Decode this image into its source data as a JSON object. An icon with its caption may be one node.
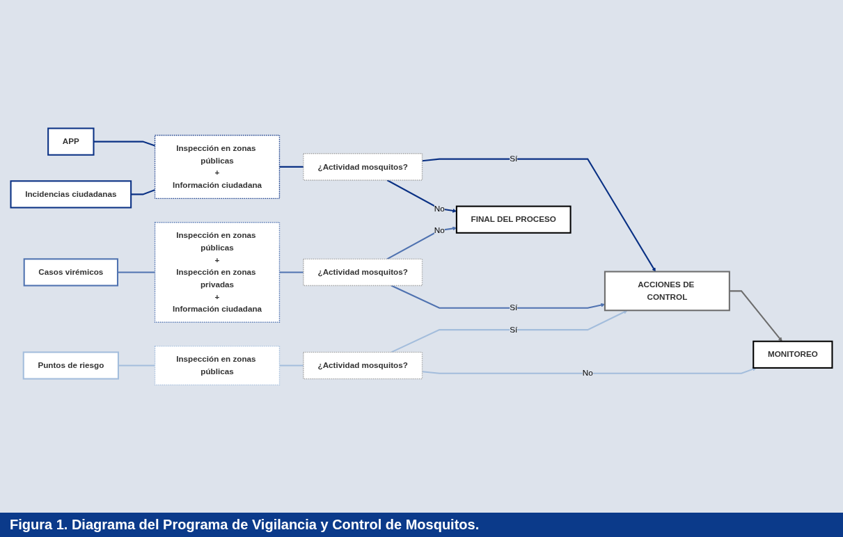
{
  "diagram": {
    "caption": "Figura 1. Diagrama del Programa de Vigilancia y Control de Mosquitos.",
    "nodes": [
      {
        "text": [
          "Puntos de riesgo"
        ]
      },
      {
        "text": [
          "Inspección en zonas públicas"
        ]
      },
      {
        "text": [
          "¿Actividad mosquitos?"
        ]
      },
      {
        "text": [
          "MONITOREO"
        ]
      },
      {
        "text": [
          "ACCIONES DE CONTROL"
        ]
      },
      {
        "text": [
          "Casos virémicos"
        ]
      },
      {
        "text": [
          "Inspección en zonas públicas",
          "+",
          "Inspección en zonas privadas",
          "+",
          "Información ciudadana"
        ]
      },
      {
        "text": [
          "¿Actividad mosquitos?"
        ]
      },
      {
        "text": [
          "FINAL DEL PROCESO"
        ]
      },
      {
        "text": [
          "Incidencias ciudadanas"
        ]
      },
      {
        "text": [
          "APP"
        ]
      },
      {
        "text": [
          "Inspección en zonas públicas",
          "+",
          "Información ciudadana"
        ]
      },
      {
        "text": [
          "¿Actividad mosquitos?"
        ]
      }
    ],
    "edges": [
      {
        "from": 0,
        "to": 1,
        "arrow": "none",
        "color": "#a3bddc"
      },
      {
        "from": 1,
        "to": 2,
        "arrow": "none",
        "color": "#a3bddc"
      },
      {
        "from": 2,
        "to": 3,
        "arrow": "to",
        "label": "No",
        "color": "#a3bddc"
      },
      {
        "from": 2,
        "to": 4,
        "arrow": "to",
        "label": "Sí",
        "color": "#a3bddc"
      },
      {
        "from": 4,
        "to": 3,
        "arrow": "to",
        "color": "#6d6d6d"
      },
      {
        "from": 5,
        "to": 6,
        "arrow": "none",
        "color": "#4f72b0"
      },
      {
        "from": 6,
        "to": 7,
        "arrow": "none",
        "color": "#4f72b0"
      },
      {
        "from": 7,
        "to": 4,
        "arrow": "to",
        "label": "Sí",
        "color": "#4f72b0"
      },
      {
        "from": 7,
        "to": 8,
        "arrow": "to",
        "label": "No",
        "color": "#4f72b0"
      },
      {
        "from": 9,
        "to": 11,
        "arrow": "none"
      },
      {
        "from": 10,
        "to": 11,
        "arrow": "none"
      },
      {
        "from": 11,
        "to": 12,
        "arrow": "none"
      },
      {
        "from": 12,
        "to": 8,
        "arrow": "to",
        "label": "No"
      },
      {
        "from": 12,
        "to": 4,
        "arrow": "to",
        "label": "Sí"
      }
    ]
  }
}
